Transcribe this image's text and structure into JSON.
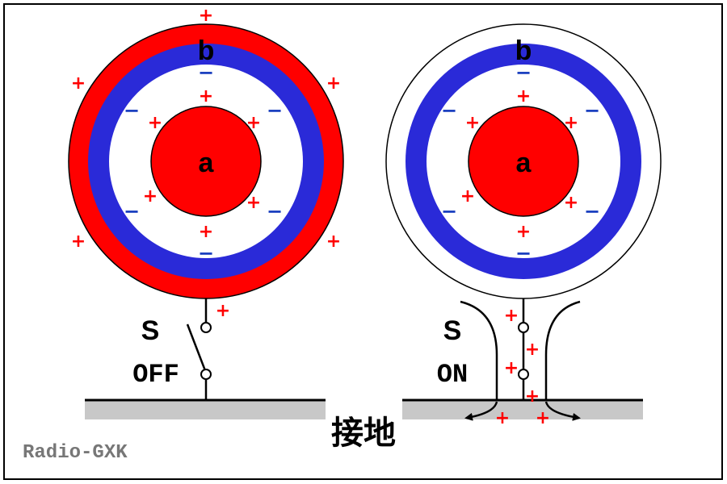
{
  "diagram": {
    "charge_plus": "+",
    "charge_minus": "−",
    "left": {
      "inner_label": "a",
      "shell_label": "b",
      "switch_label": "S",
      "switch_state": "OFF"
    },
    "right": {
      "inner_label": "a",
      "shell_label": "b",
      "switch_label": "S",
      "switch_state": "ON"
    },
    "ground_label": "接地",
    "watermark": "Radio-GXK"
  },
  "colors": {
    "positive": "#ff0000",
    "negative": "#1a3fbf",
    "shell": "#2a2ad8",
    "ground": "#c8c8c8",
    "outline": "#000000"
  }
}
